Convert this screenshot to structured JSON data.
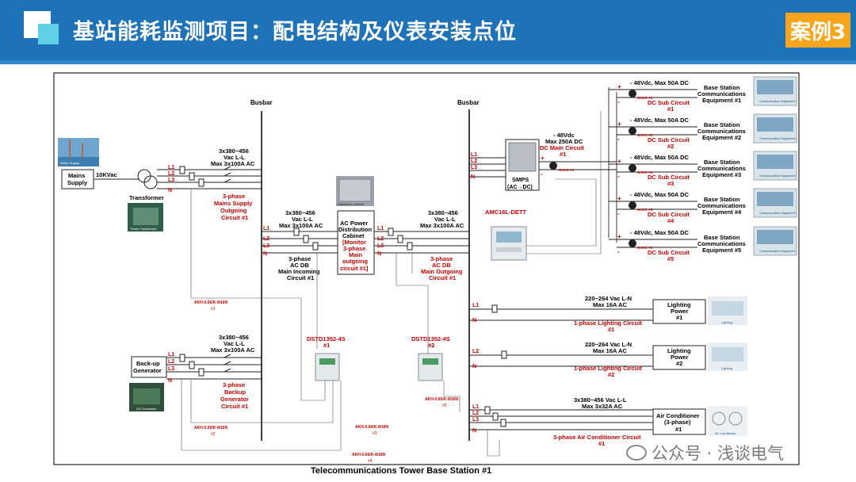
{
  "header": {
    "title": "基站能耗监测项目：配电结构及仪表安装点位",
    "case_badge": "案例3",
    "colors": {
      "bar": "#1d72b8",
      "badge": "#f7a51d",
      "accent": "#5fd0e6"
    }
  },
  "caption": "Telecommunications Tower Base Station #1",
  "watermark": "公众号 · 浅谈电气",
  "diagram": {
    "busbar_left": "Busbar",
    "busbar_right": "Busbar",
    "mains_photo": "Mains Supply",
    "mains_supply": [
      "Mains",
      "Supply"
    ],
    "mains_voltage": "10KVac",
    "transformer": "Transformer",
    "transformer_photo": "Power Transformer",
    "phases": [
      "L1",
      "L2",
      "L3",
      "N"
    ],
    "spec_main": [
      "3x380~456",
      "Vac L-L",
      "Max 3x100A AC"
    ],
    "label_outgoing_1": [
      "3-phase",
      "Mains Supply",
      "Outgoing",
      "Circuit #1"
    ],
    "label_backup": [
      "3-phase",
      "Backup",
      "Generator",
      "Circuit #1"
    ],
    "generator": [
      "Back-up",
      "Generator"
    ],
    "generator_photo": "DG Generator",
    "akh_1": [
      "AKH-0.66/K-Φ16N",
      "#1"
    ],
    "akh_2": [
      "AKH-0.66/K-Φ16N",
      "#2"
    ],
    "akh_3": [
      "AKH-0.66/K-Φ16N",
      "#3"
    ],
    "akh_4": [
      "AKH-0.66/K-Φ16N",
      "#4"
    ],
    "akh_5": [
      "AKH-0.66/K-Φ16N",
      "#5"
    ],
    "ac_db_in": [
      "3-phase",
      "AC DB",
      "Main Incoming",
      "Circuit #1"
    ],
    "ac_db_out": [
      "3-phase",
      "AC DB",
      "Main Outgoing",
      "Circuit #1"
    ],
    "cabinet": [
      "AC Power",
      "Distribution",
      "Cabinet",
      "[Monitor",
      "3-phase",
      "Main",
      "outgoing",
      "circuit #1]"
    ],
    "cabinet_photo": "Distribution Cabinet",
    "dstd_1": [
      "DSTD1352-4S",
      "#1"
    ],
    "dstd_2": [
      "DSTD1352-4S",
      "#2"
    ],
    "amc": "AMC16L-DETT",
    "smps": [
      "SMPS",
      "(AC→DC)"
    ],
    "dc_main": [
      "- 48Vdc",
      "Max 250A DC",
      "DC Main Circuit",
      "#1"
    ],
    "ahkc_main": "AHKC #1",
    "dc_sub": [
      {
        "spec": "- 48Vdc, Max 50A DC",
        "ahkc": "AHKC #2",
        "name": "DC Sub Circuit",
        "num": "#1",
        "eq": [
          "Base Station",
          "Communications",
          "Equipment #1"
        ]
      },
      {
        "spec": "- 48Vdc, Max 50A DC",
        "ahkc": "AHKC #3",
        "name": "DC Sub Circuit",
        "num": "#2",
        "eq": [
          "Base Station",
          "Communications",
          "Equipment #2"
        ]
      },
      {
        "spec": "- 48Vdc, Max 50A DC",
        "ahkc": "AHKC #4",
        "name": "DC Sub Circuit",
        "num": "#3",
        "eq": [
          "Base Station",
          "Communications",
          "Equipment #3"
        ]
      },
      {
        "spec": "- 48Vdc, Max 50A DC",
        "ahkc": "AHKC #5",
        "name": "DC Sub Circuit",
        "num": "#4",
        "eq": [
          "Base Station",
          "Communications",
          "Equipment #4"
        ]
      },
      {
        "spec": "- 48Vdc, Max 50A DC",
        "ahkc": "AHKC #6",
        "name": "DC Sub Circuit",
        "num": "#5",
        "eq": [
          "Base Station",
          "Communications",
          "Equipment #5"
        ]
      }
    ],
    "eq_photo": "Communication Equipment",
    "lighting_1": {
      "spec": [
        "220~264 Vac L-N",
        "Max 16A AC"
      ],
      "name": [
        "Lighting",
        "Power",
        "#1"
      ],
      "circuit": [
        "1-phase Lighting Circuit",
        "#1"
      ]
    },
    "lighting_2": {
      "spec": [
        "220~264 Vac L-N",
        "Max 16A AC"
      ],
      "name": [
        "Lighting",
        "Power",
        "#2"
      ],
      "circuit": [
        "1-phase Lighting Circuit",
        "#2"
      ]
    },
    "lighting_photo": "Lighting",
    "aircon": {
      "spec": [
        "3x380~456 Vac L-L",
        "Max 3x32A AC"
      ],
      "name": [
        "Air Conditioner",
        "(3-phase)",
        "#1"
      ],
      "circuit": [
        "3-phase Air Conditioner Circuit",
        "#1"
      ]
    },
    "aircon_photo": "Air Conditioner",
    "plus": "+",
    "minus": "-",
    "line_l1": "L1",
    "line_l2": "L2",
    "line_n": "N"
  }
}
